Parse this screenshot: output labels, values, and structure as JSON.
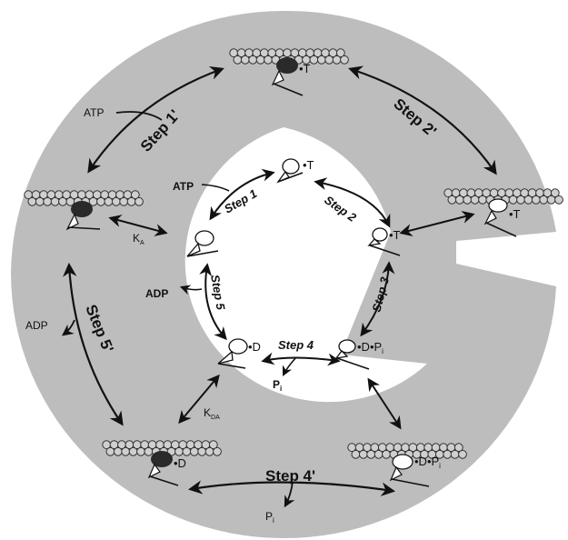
{
  "colors": {
    "ring": "#bdbdbd",
    "actin": "#cfcfcf",
    "myosin_dark": "#2a2a2a",
    "line": "#111111",
    "background": "#ffffff"
  },
  "outer_cycle": {
    "steps": {
      "s1": "Step 1'",
      "s2": "Step 2'",
      "s4": "Step 4'",
      "s5": "Step 5'"
    },
    "ligands": {
      "atp": "ATP",
      "adp": "ADP",
      "pi_main": "P",
      "pi_sub": "i"
    },
    "states": {
      "top": "•T",
      "right_t": "•T",
      "bottom_left_d": "•D",
      "bottom_right_dp_main": "•D•P",
      "bottom_right_dp_sub": "i"
    }
  },
  "inner_cycle": {
    "steps": {
      "s1": "Step 1",
      "s2": "Step 2",
      "s3": "Step 3",
      "s4": "Step 4",
      "s5": "Step 5"
    },
    "ligands": {
      "atp": "ATP",
      "adp": "ADP",
      "pi_main": "P",
      "pi_sub": "i"
    },
    "states": {
      "top_t": "•T",
      "right_t": "•T",
      "dp_main": "•D•P",
      "dp_sub": "i",
      "d": "•D"
    }
  },
  "equilibria": {
    "ka_main": "K",
    "ka_sub": "A",
    "kda_main": "K",
    "kda_sub": "DA"
  }
}
